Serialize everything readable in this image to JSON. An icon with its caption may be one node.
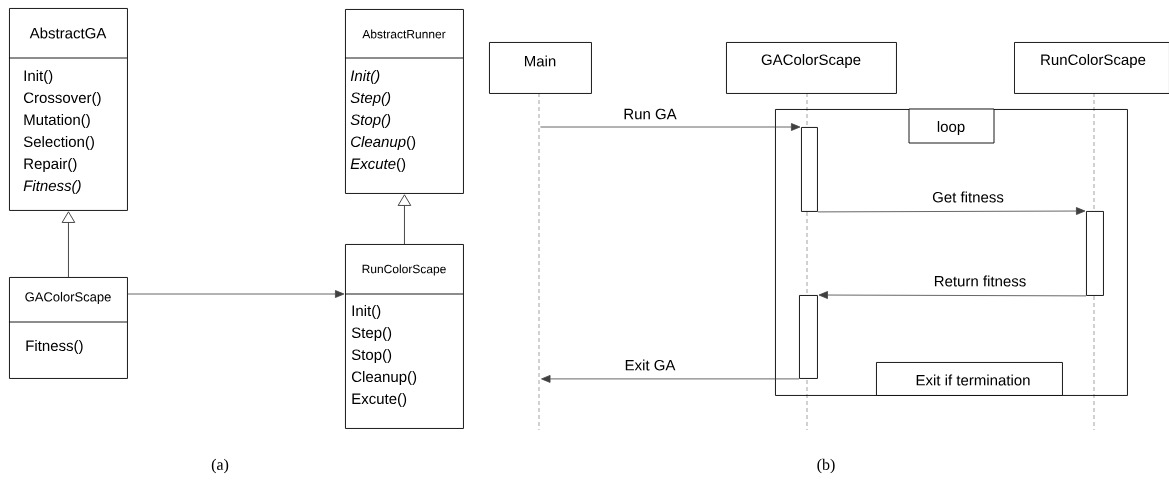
{
  "diagram": {
    "nodes": [
      {
        "text": [
          "AbstractGA",
          "Init()",
          "Crossover()",
          "Mutation()",
          "Selection()",
          "Repair()",
          "*Fitness()*"
        ]
      },
      {
        "text": [
          "GAColorScape",
          "Fitness()"
        ]
      },
      {
        "text": [
          "AbstractRunner",
          "*Init()*",
          "*Step()*",
          "*Stop()*",
          "*Cleanup*()",
          "*Excute*()"
        ]
      },
      {
        "text": [
          "RunColorScape",
          "Init()",
          "Step()",
          "Stop()",
          "Cleanup()",
          "Excute()"
        ]
      },
      {
        "text": [
          "Main"
        ]
      },
      {
        "text": [
          "GAColorScape"
        ]
      },
      {
        "text": [
          "RunColorScape"
        ]
      },
      {
        "text": [
          "loop"
        ]
      },
      {
        "text": [
          "Exit if termination"
        ],
        "in": 7
      },
      {
        "text": [],
        "shape": "bar",
        "in": 7
      },
      {
        "text": [],
        "shape": "bar",
        "in": 7
      },
      {
        "text": [],
        "shape": "bar",
        "in": 7
      }
    ],
    "edges": [
      {
        "from": 1,
        "to": 0,
        "arrow": "to"
      },
      {
        "from": 3,
        "to": 2,
        "arrow": "to"
      },
      {
        "from": 1,
        "to": 3,
        "arrow": "to"
      },
      {
        "from": 4,
        "to": 9,
        "arrow": "to",
        "label": "Run GA"
      },
      {
        "from": 9,
        "to": 10,
        "arrow": "to",
        "label": "Get fitness"
      },
      {
        "from": 10,
        "to": 11,
        "arrow": "to",
        "label": "Return fitness"
      },
      {
        "from": 11,
        "to": 4,
        "arrow": "to",
        "label": "Exit GA"
      }
    ],
    "labels": [
      "(a)",
      "(b)"
    ]
  }
}
